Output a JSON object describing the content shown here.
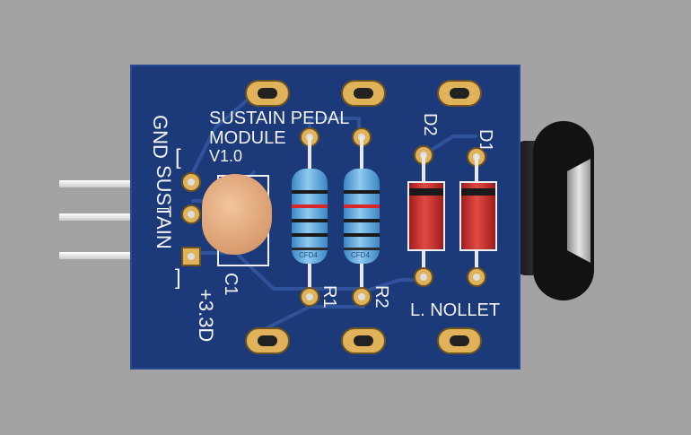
{
  "board": {
    "title_line1": "SUSTAIN PEDAL",
    "title_line2": "MODULE",
    "version": "V1.0",
    "author": "L. NOLLET",
    "gnd_label": "GND",
    "sustain_label": "SUSTAIN",
    "power_label": "+3.3D",
    "c1_label": "C1",
    "r1_label": "R1",
    "r2_label": "R2",
    "d1_label": "D1",
    "d2_label": "D2",
    "resistor_marking": "CFD4"
  }
}
